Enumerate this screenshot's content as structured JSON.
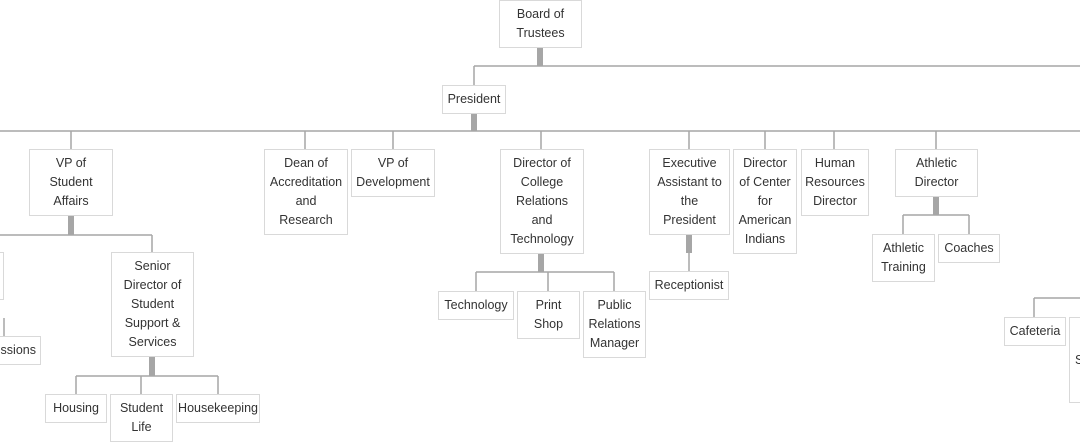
{
  "colors": {
    "line": "#a6a6a6",
    "border": "#d9d9d9",
    "text": "#333333",
    "background": "#ffffff"
  },
  "nodes": {
    "board": "Board of Trustees",
    "president": "President",
    "vp_student_affairs": "VP of Student Affairs",
    "dean_accreditation": "Dean of Accreditation and Research",
    "vp_development": "VP of Development",
    "dir_college_relations": "Director of College Relations and Technology",
    "exec_assistant": "Executive Assistant to the President",
    "dir_american_indians": "Director of Center for American Indians",
    "hr_director": "Human Resources Director",
    "athletic_director": "Athletic Director",
    "senior_dir_student_support": "Senior Director of Student Support & Services",
    "admissions": "issions",
    "technology": "Technology",
    "print_shop": "Print Shop",
    "pr_manager": "Public Relations Manager",
    "receptionist": "Receptionist",
    "athletic_training": "Athletic Training",
    "coaches": "Coaches",
    "cafeteria": "Cafeteria",
    "right_partial": "S",
    "housing": "Housing",
    "student_life": "Student Life",
    "housekeeping": "Housekeeping"
  }
}
